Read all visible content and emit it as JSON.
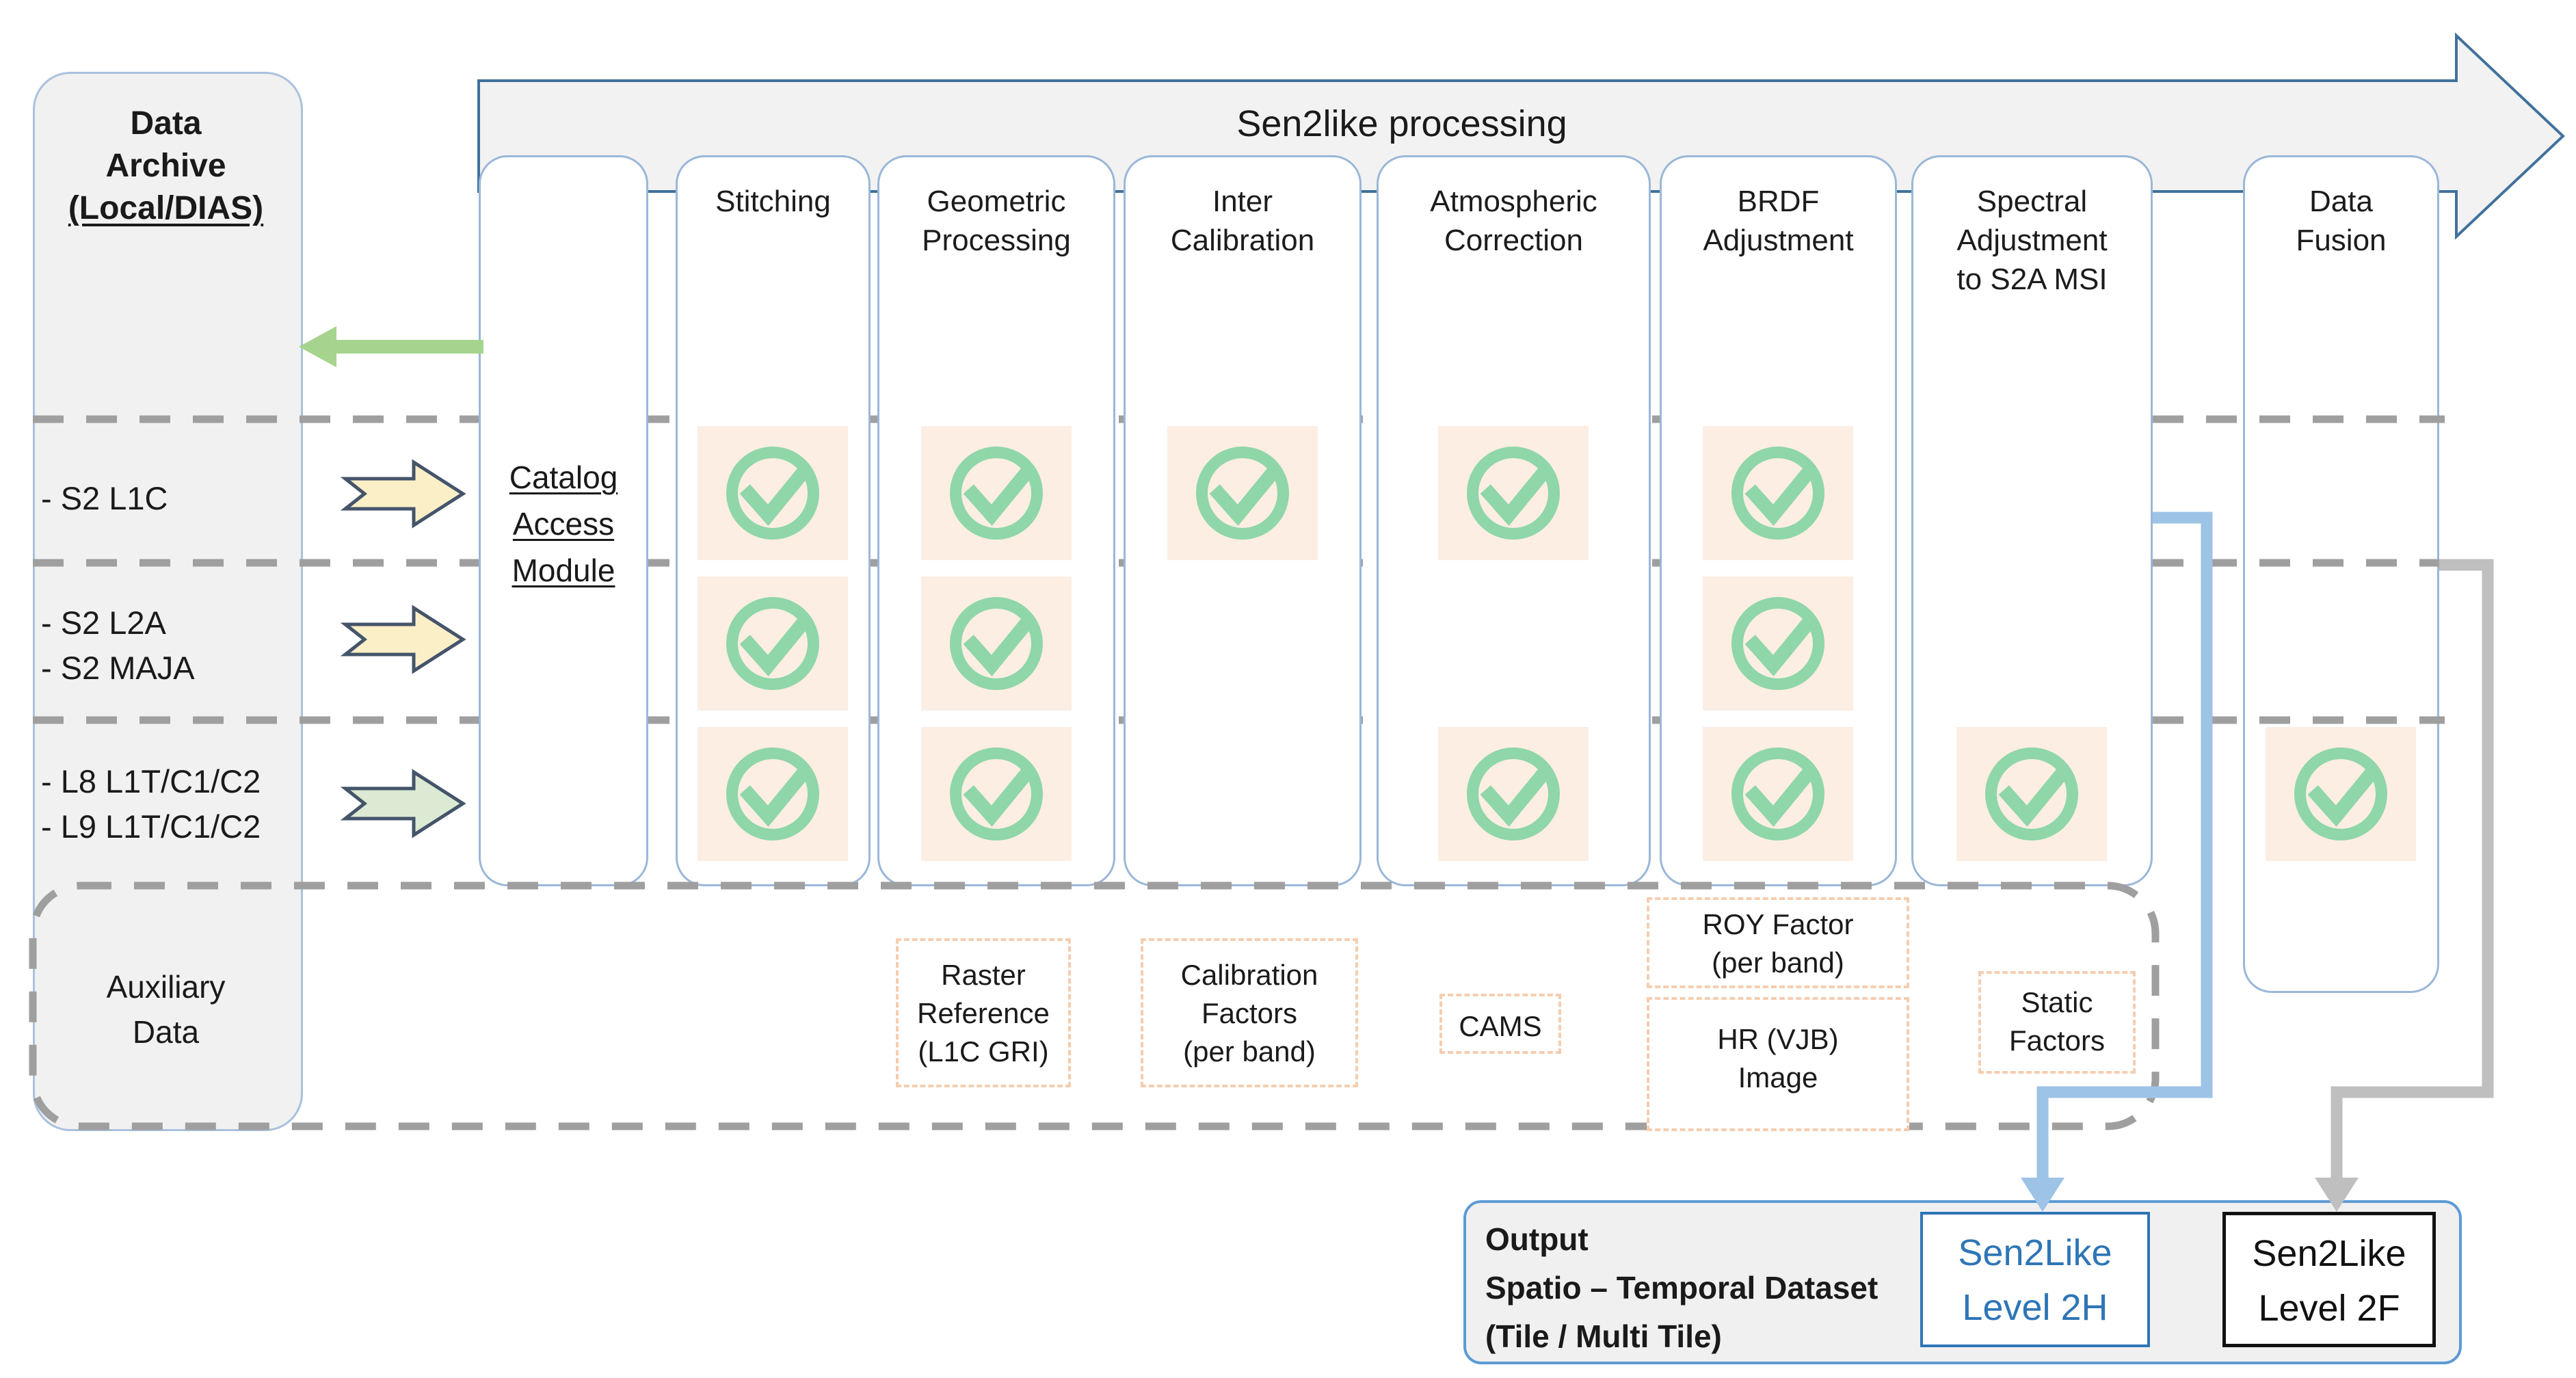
{
  "banner": {
    "label": "Sen2like processing"
  },
  "archive": {
    "title": "Data\nArchive",
    "subtitle": "(Local/DIAS)",
    "row_s2l1c": "- S2 L1C",
    "row_s2l2a": "- S2 L2A\n- S2 MAJA",
    "row_l8l9": "- L8 L1T/C1/C2\n- L9 L1T/C1/C2",
    "aux_label": "Auxiliary\nData"
  },
  "modules": {
    "catalog": "Catalog\nAccess\nModule",
    "stitching": "Stitching",
    "geometric": "Geometric\nProcessing",
    "inter_calibration": "Inter\nCalibration",
    "atmospheric": "Atmospheric\nCorrection",
    "brdf": "BRDF\nAdjustment",
    "spectral": "Spectral\nAdjustment\nto S2A MSI",
    "data_fusion": "Data\nFusion"
  },
  "check_matrix": {
    "row_keys": [
      "S2 L1C",
      "S2 L2A / S2 MAJA",
      "L8 L1T/C1/C2 / L9 L1T/C1/C2"
    ],
    "stitching": [
      1,
      1,
      1
    ],
    "geometric": [
      1,
      1,
      1
    ],
    "inter_calibration": [
      1,
      0,
      0
    ],
    "atmospheric": [
      1,
      0,
      1
    ],
    "brdf": [
      1,
      1,
      1
    ],
    "spectral": [
      0,
      0,
      1
    ],
    "data_fusion": [
      0,
      0,
      1
    ]
  },
  "aux_inputs": {
    "raster_reference": "Raster\nReference\n(L1C GRI)",
    "calibration_factors": "Calibration\nFactors\n(per band)",
    "cams": "CAMS",
    "roy_factor": "ROY Factor\n(per band)",
    "hr_vjb": "HR (VJB)\nImage",
    "static_factors": "Static\nFactors"
  },
  "output": {
    "title": "Output\nSpatio – Temporal Dataset\n(Tile / Multi Tile)",
    "level_2h": "Sen2Like\nLevel 2H",
    "level_2f": "Sen2Like\nLevel 2F"
  },
  "colors": {
    "banner_fill": "#f2f2f2",
    "banner_border": "#41719c",
    "column_border": "#9ab7d8",
    "check_green": "#8fd6a8",
    "check_bg": "#fceee3",
    "dash_gray": "#9f9f9f",
    "aux_dash_peach": "#f5cdb0",
    "arrow_yellow_fill": "#fbefc7",
    "arrow_green_fill": "#dcead3",
    "arrow_outline": "#44546a",
    "solid_green_arrow": "#a6d48e",
    "connector_blue": "#9dc3e6",
    "connector_gray": "#bfbfbf",
    "accent_blue": "#2e75b6"
  }
}
